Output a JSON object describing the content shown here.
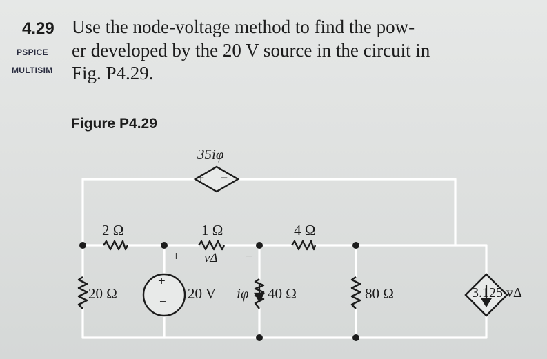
{
  "problem": {
    "number": "4.29",
    "lines": [
      "Use the node-voltage method to find the pow-",
      "er developed by the 20 V source in the circuit in",
      "Fig. P4.29."
    ],
    "tags": [
      "PSPICE",
      "MULTISIM"
    ]
  },
  "figure": {
    "title": "Figure P4.29",
    "labels": {
      "dependent_voltage_source": "35iφ",
      "r_2ohm": "2 Ω",
      "r_1ohm": "1 Ω",
      "r_4ohm": "4 Ω",
      "r_20ohm": "20 Ω",
      "v_delta": "vΔ",
      "source_20v": "20 V",
      "i_phi": "iφ",
      "r_40ohm": "40 Ω",
      "r_80ohm": "80 Ω",
      "dependent_current_source": "3.125 vΔ",
      "plus": "+",
      "minus": "−"
    }
  },
  "colors": {
    "ink": "#1c1c1c",
    "tag_ink": "#2a2d40",
    "wire": "#ffffff"
  }
}
